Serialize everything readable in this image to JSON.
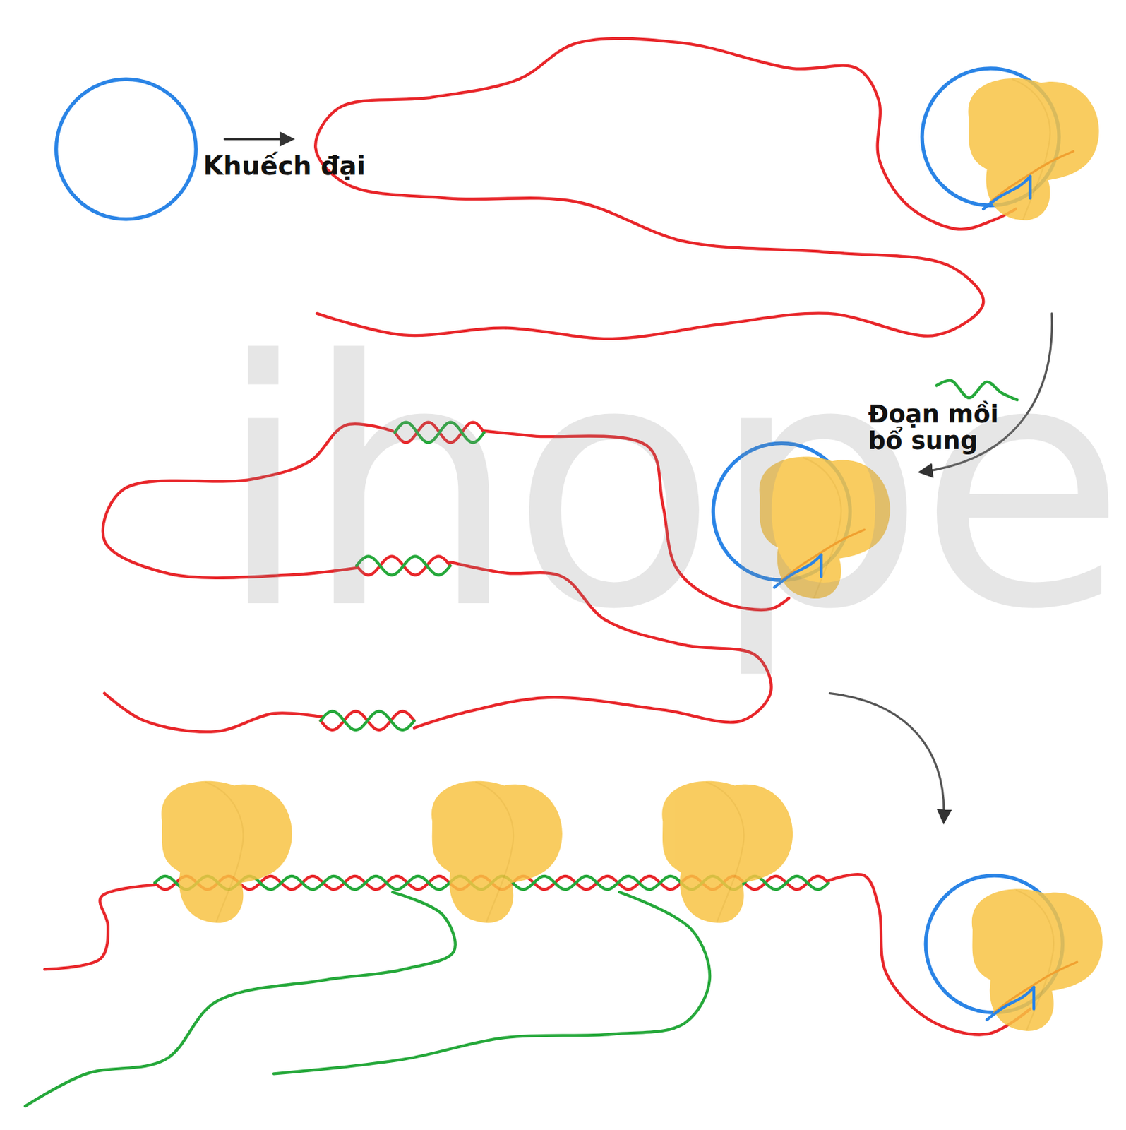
{
  "diagram": {
    "labels": [
      "Khuếch đại",
      "Đoạn mồi bổ sung",
      "ihope"
    ]
  }
}
